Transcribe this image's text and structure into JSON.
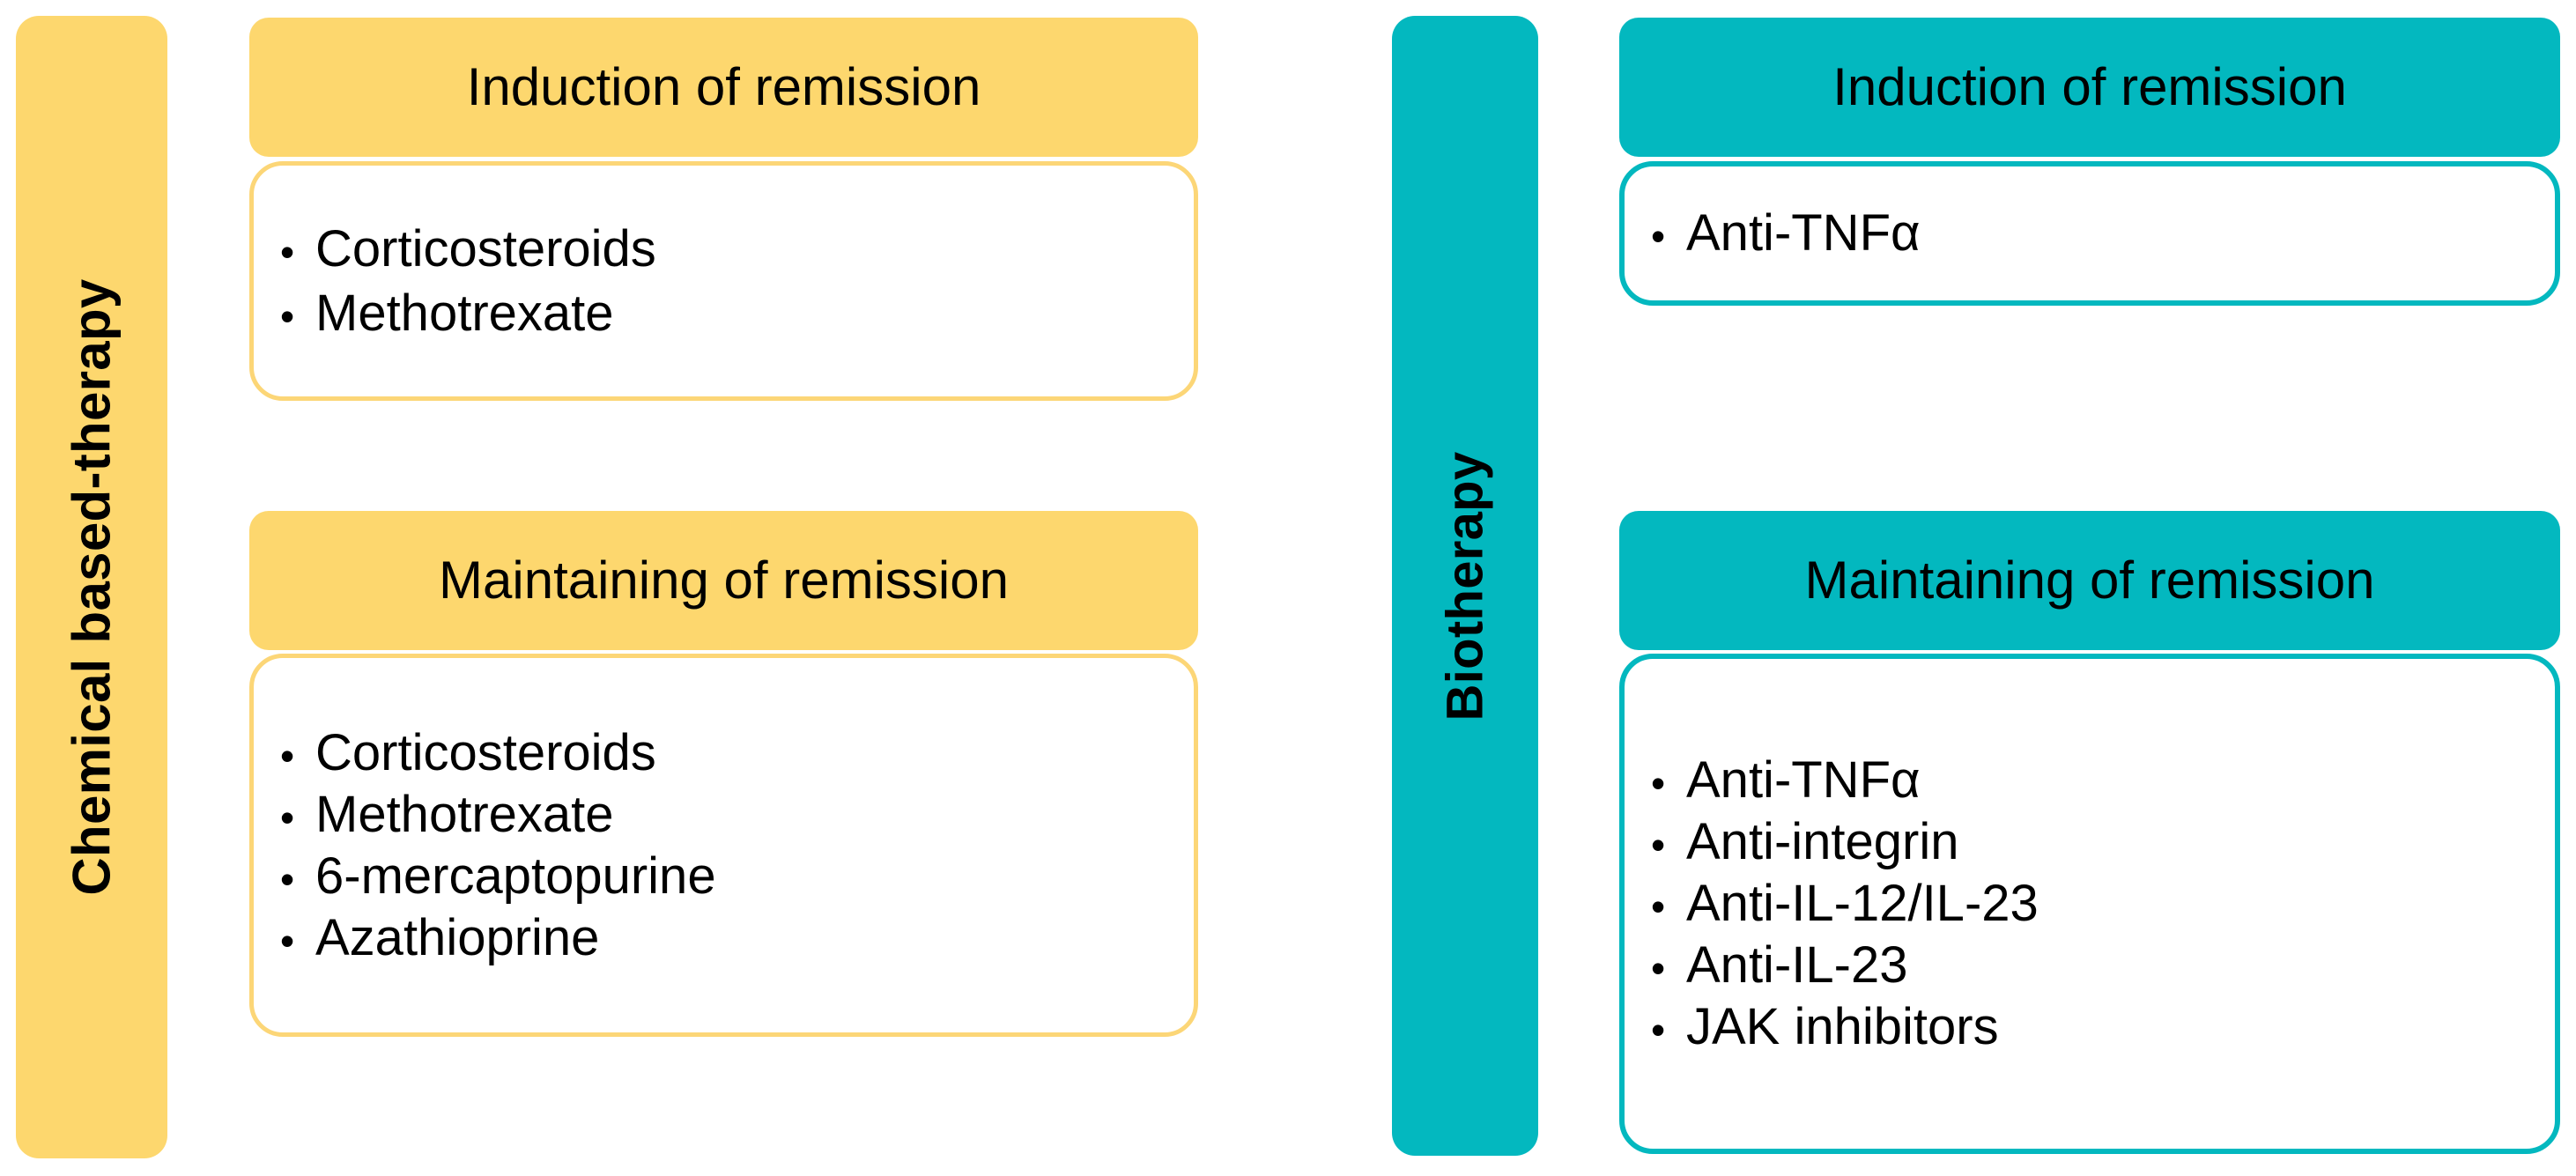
{
  "figure": {
    "type": "two-column-treatment-diagram",
    "colors": {
      "chemical_accent": "#FDD76E",
      "biotherapy_accent": "#03B8BF",
      "text": "#000000",
      "box_background": "#FFFFFF"
    }
  },
  "columns": [
    {
      "id": "chemical",
      "bar_label": "Chemical based-therapy",
      "accent": "#FDD76E",
      "sections": [
        {
          "id": "induction",
          "header": "Induction of remission",
          "items": [
            {
              "bullet": "•",
              "label": "Corticosteroids"
            },
            {
              "bullet": "•",
              "label": "Methotrexate"
            }
          ]
        },
        {
          "id": "maintaining",
          "header": "Maintaining of remission",
          "items": [
            {
              "bullet": "•",
              "label": "Corticosteroids"
            },
            {
              "bullet": "•",
              "label": "Methotrexate"
            },
            {
              "bullet": "•",
              "label": "6-mercaptopurine"
            },
            {
              "bullet": "•",
              "label": "Azathioprine"
            }
          ]
        }
      ]
    },
    {
      "id": "biotherapy",
      "bar_label": "Biotherapy",
      "accent": "#03B8BF",
      "sections": [
        {
          "id": "induction",
          "header": "Induction of remission",
          "items": [
            {
              "bullet": "•",
              "label": "Anti-TNFα"
            }
          ]
        },
        {
          "id": "maintaining",
          "header": "Maintaining of remission",
          "items": [
            {
              "bullet": "•",
              "label": "Anti-TNFα"
            },
            {
              "bullet": "•",
              "label": "Anti-integrin"
            },
            {
              "bullet": "•",
              "label": "Anti-IL-12/IL-23"
            },
            {
              "bullet": "•",
              "label": "Anti-IL-23"
            },
            {
              "bullet": "•",
              "label": "JAK inhibitors"
            }
          ]
        }
      ]
    }
  ]
}
